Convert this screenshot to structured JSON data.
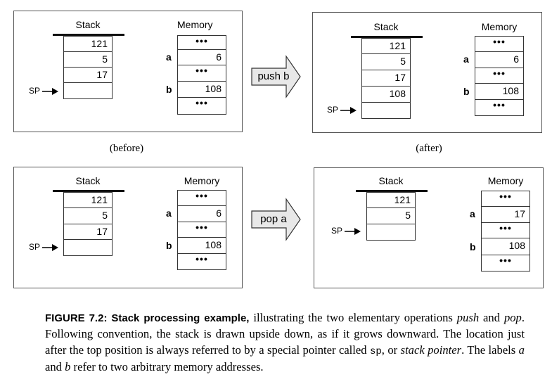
{
  "labels": {
    "stack": "Stack",
    "memory": "Memory",
    "sp": "SP",
    "dots": "•••",
    "addr_a": "a",
    "addr_b": "b"
  },
  "panels": {
    "before_push": {
      "stack": [
        "121",
        "5",
        "17",
        ""
      ],
      "memory": [
        "dots",
        "6",
        "dots",
        "108",
        "dots"
      ]
    },
    "after_push": {
      "stack": [
        "121",
        "5",
        "17",
        "108",
        ""
      ],
      "memory": [
        "dots",
        "6",
        "dots",
        "108",
        "dots"
      ]
    },
    "before_pop": {
      "stack": [
        "121",
        "5",
        "17",
        ""
      ],
      "memory": [
        "dots",
        "6",
        "dots",
        "108",
        "dots"
      ]
    },
    "after_pop": {
      "stack": [
        "121",
        "5",
        ""
      ],
      "memory": [
        "dots",
        "17",
        "dots",
        "108",
        "dots"
      ]
    }
  },
  "operations": {
    "push": "push b",
    "pop": "pop a"
  },
  "sublabels": {
    "before": "(before)",
    "after": "(after)"
  },
  "caption": {
    "figure_label": "FIGURE 7.2: Stack processing example,",
    "t1": " illustrating the two elementary operations ",
    "push": "push",
    "t2": " and ",
    "pop": "pop",
    "t3": ". Following convention, the stack is drawn upside down, as if it grows downward. The location just after the top position is always referred to by a special pointer called ",
    "sp": "sp",
    "t4": ", or ",
    "stack_pointer": "stack pointer",
    "t5": ". The labels ",
    "a": "a",
    "t6": " and ",
    "b": "b",
    "t7": " refer to two arbitrary memory addresses."
  }
}
